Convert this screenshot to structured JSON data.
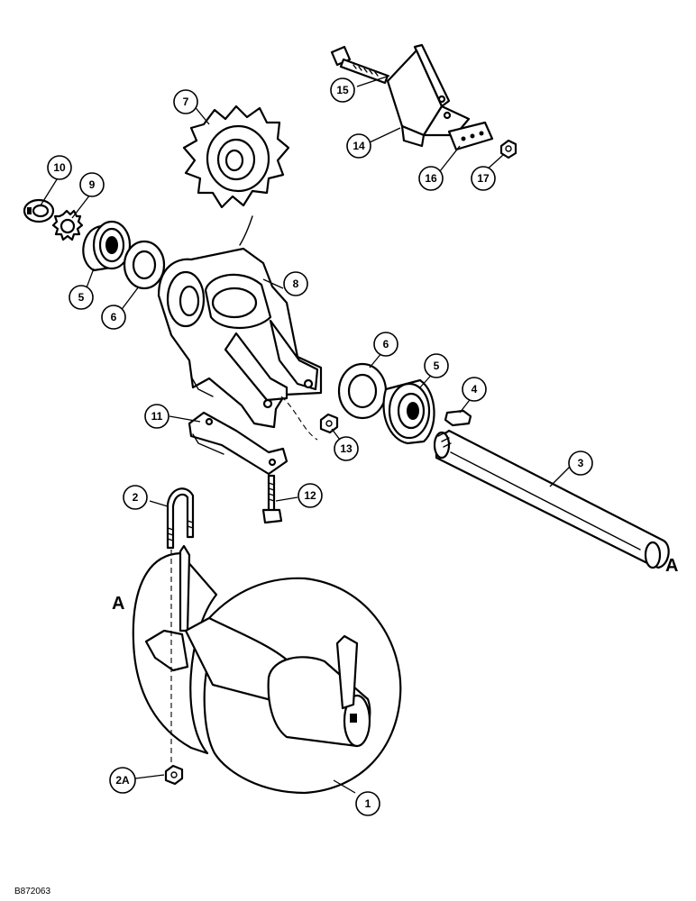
{
  "callouts": [
    {
      "id": "c1",
      "label": "1"
    },
    {
      "id": "c2",
      "label": "2"
    },
    {
      "id": "c2a",
      "label": "2A"
    },
    {
      "id": "c3",
      "label": "3"
    },
    {
      "id": "c4",
      "label": "4"
    },
    {
      "id": "c5a",
      "label": "5"
    },
    {
      "id": "c5b",
      "label": "5"
    },
    {
      "id": "c6a",
      "label": "6"
    },
    {
      "id": "c6b",
      "label": "6"
    },
    {
      "id": "c7",
      "label": "7"
    },
    {
      "id": "c8",
      "label": "8"
    },
    {
      "id": "c9",
      "label": "9"
    },
    {
      "id": "c10",
      "label": "10"
    },
    {
      "id": "c11",
      "label": "11"
    },
    {
      "id": "c12",
      "label": "12"
    },
    {
      "id": "c13",
      "label": "13"
    },
    {
      "id": "c14",
      "label": "14"
    },
    {
      "id": "c15",
      "label": "15"
    },
    {
      "id": "c16",
      "label": "16"
    },
    {
      "id": "c17",
      "label": "17"
    }
  ],
  "connection_marks": {
    "left": "A",
    "right": "A"
  },
  "figure_code": "B872063"
}
